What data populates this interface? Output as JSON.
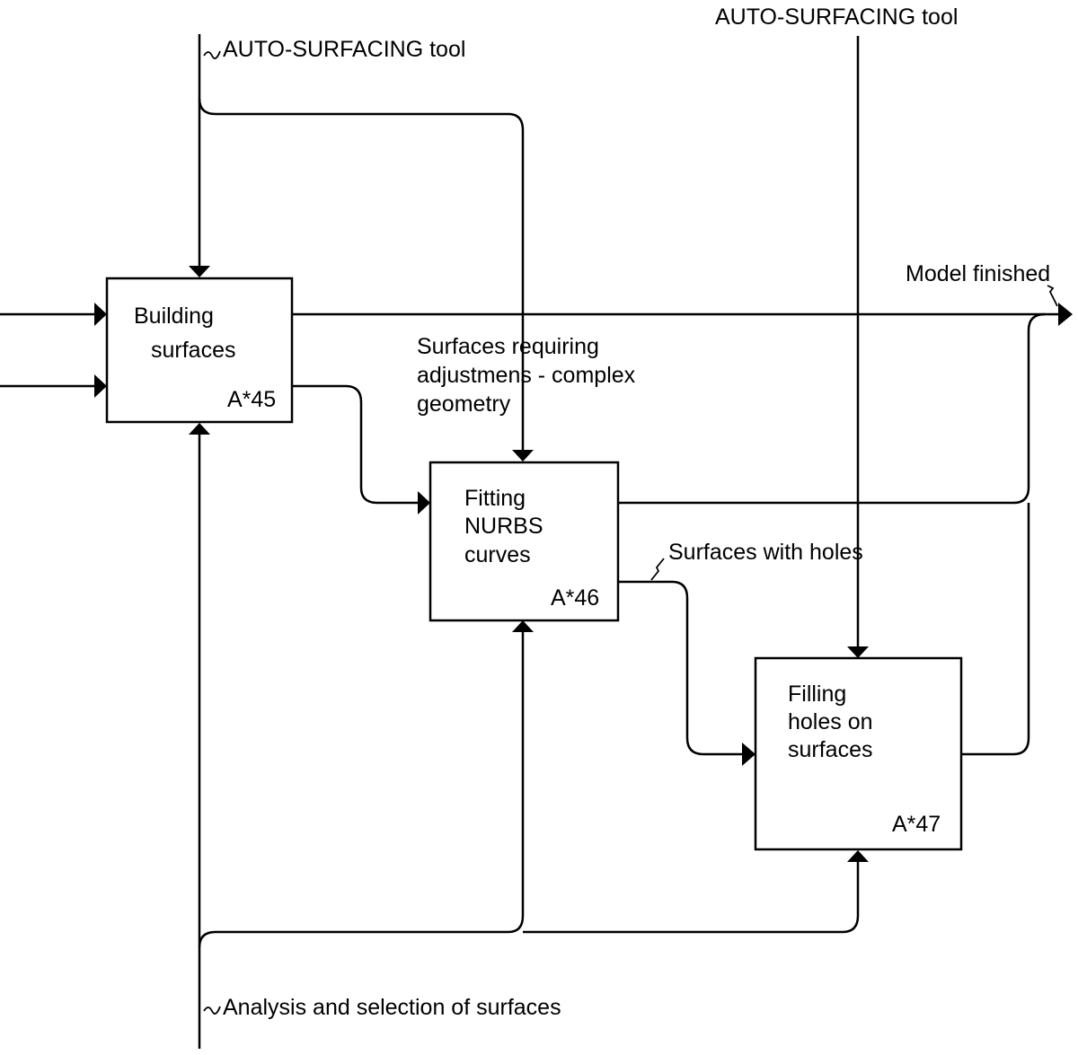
{
  "diagram": {
    "labels": {
      "mechanism_left": "AUTO-SURFACING tool",
      "mechanism_right": "AUTO-SURFACING tool",
      "output_model": "Model finished",
      "control_surfaces_adjust": [
        "Surfaces requiring",
        "adjustmens - complex",
        "geometry"
      ],
      "output_holes": "Surfaces with holes",
      "mechanism_bottom": "Analysis and selection of surfaces"
    },
    "boxes": [
      {
        "title_lines": [
          "Building",
          "surfaces"
        ],
        "code": "A*45"
      },
      {
        "title_lines": [
          "Fitting",
          "NURBS",
          "curves"
        ],
        "code": "A*46"
      },
      {
        "title_lines": [
          "Filling",
          "holes on",
          "surfaces"
        ],
        "code": "A*47"
      }
    ],
    "colors": {
      "line": "#000000",
      "background": "#ffffff"
    }
  }
}
